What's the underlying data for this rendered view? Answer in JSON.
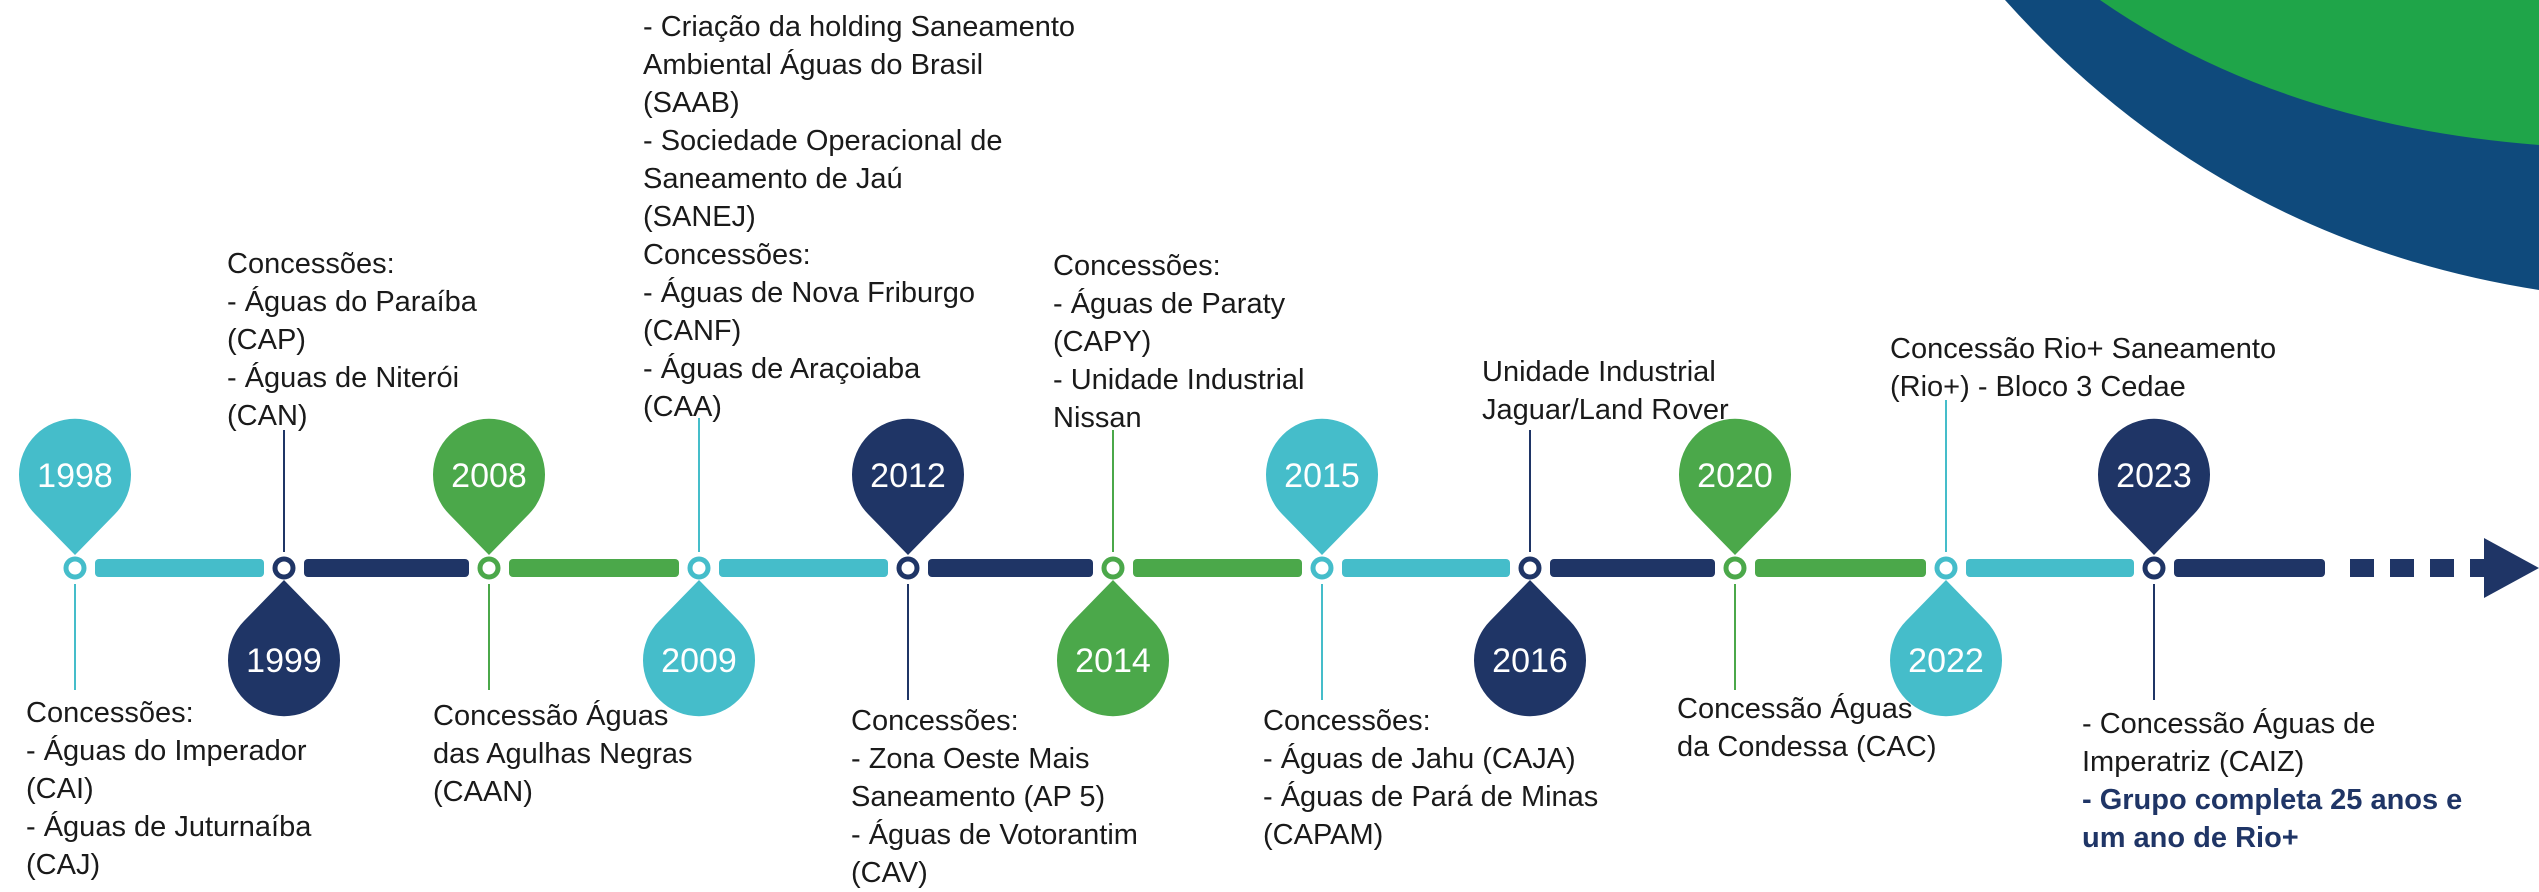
{
  "colors": {
    "teal": "#45bdca",
    "navy": "#1f3566",
    "green": "#4ba84a",
    "text": "#1a1a1a",
    "corner_navy": "#0f4a7c",
    "corner_green": "#1fa549"
  },
  "milestones": [
    {
      "year": "1998",
      "color": "teal",
      "side": "top",
      "text": "Concessões:\n- Águas do Imperador\n(CAI)\n- Águas de Juturnaíba\n(CAJ)"
    },
    {
      "year": "1999",
      "color": "navy",
      "side": "bottom",
      "text": "Concessões:\n- Águas do Paraíba\n(CAP)\n- Águas de Niterói\n(CAN)"
    },
    {
      "year": "2008",
      "color": "green",
      "side": "top",
      "text": "Concessão Águas\ndas Agulhas Negras\n(CAAN)"
    },
    {
      "year": "2009",
      "color": "teal",
      "side": "bottom",
      "text": "- Criação da holding Saneamento\nAmbiental Águas do Brasil\n(SAAB)\n- Sociedade Operacional de\nSaneamento de Jaú\n(SANEJ)\nConcessões:\n- Águas de Nova Friburgo\n(CANF)\n- Águas de Araçoiaba\n(CAA)"
    },
    {
      "year": "2012",
      "color": "navy",
      "side": "top",
      "text": "Concessões:\n- Zona Oeste Mais\nSaneamento (AP 5)\n- Águas de Votorantim\n(CAV)"
    },
    {
      "year": "2014",
      "color": "green",
      "side": "bottom",
      "text": "Concessões:\n- Águas de Paraty\n(CAPY)\n- Unidade Industrial\nNissan"
    },
    {
      "year": "2015",
      "color": "teal",
      "side": "top",
      "text": "Concessões:\n- Águas de Jahu (CAJA)\n- Águas de Pará de Minas\n(CAPAM)"
    },
    {
      "year": "2016",
      "color": "navy",
      "side": "bottom",
      "text": "Unidade Industrial\nJaguar/Land Rover"
    },
    {
      "year": "2020",
      "color": "green",
      "side": "top",
      "text": "Concessão Águas\nda Condessa (CAC)"
    },
    {
      "year": "2022",
      "color": "teal",
      "side": "bottom",
      "text": "Concessão Rio+ Saneamento\n(Rio+) - Bloco 3 Cedae"
    },
    {
      "year": "2023",
      "color": "navy",
      "side": "top",
      "text": "- Concessão Águas de\nImperatriz (CAIZ)",
      "highlight": "- Grupo completa 25 anos e\num ano de Rio+"
    }
  ]
}
